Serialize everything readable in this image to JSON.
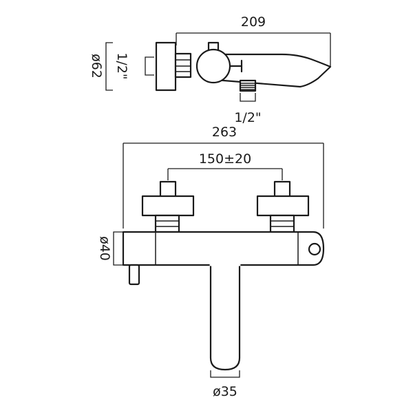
{
  "dimensions": {
    "top_view_length": "209",
    "top_view_diameter": "ø62",
    "top_view_inlet": "1/2\"",
    "top_view_outlet": "1/2\"",
    "front_view_width": "263",
    "front_view_centres": "150±20",
    "front_view_body_diameter": "ø40",
    "front_view_spout_diameter": "ø35"
  }
}
